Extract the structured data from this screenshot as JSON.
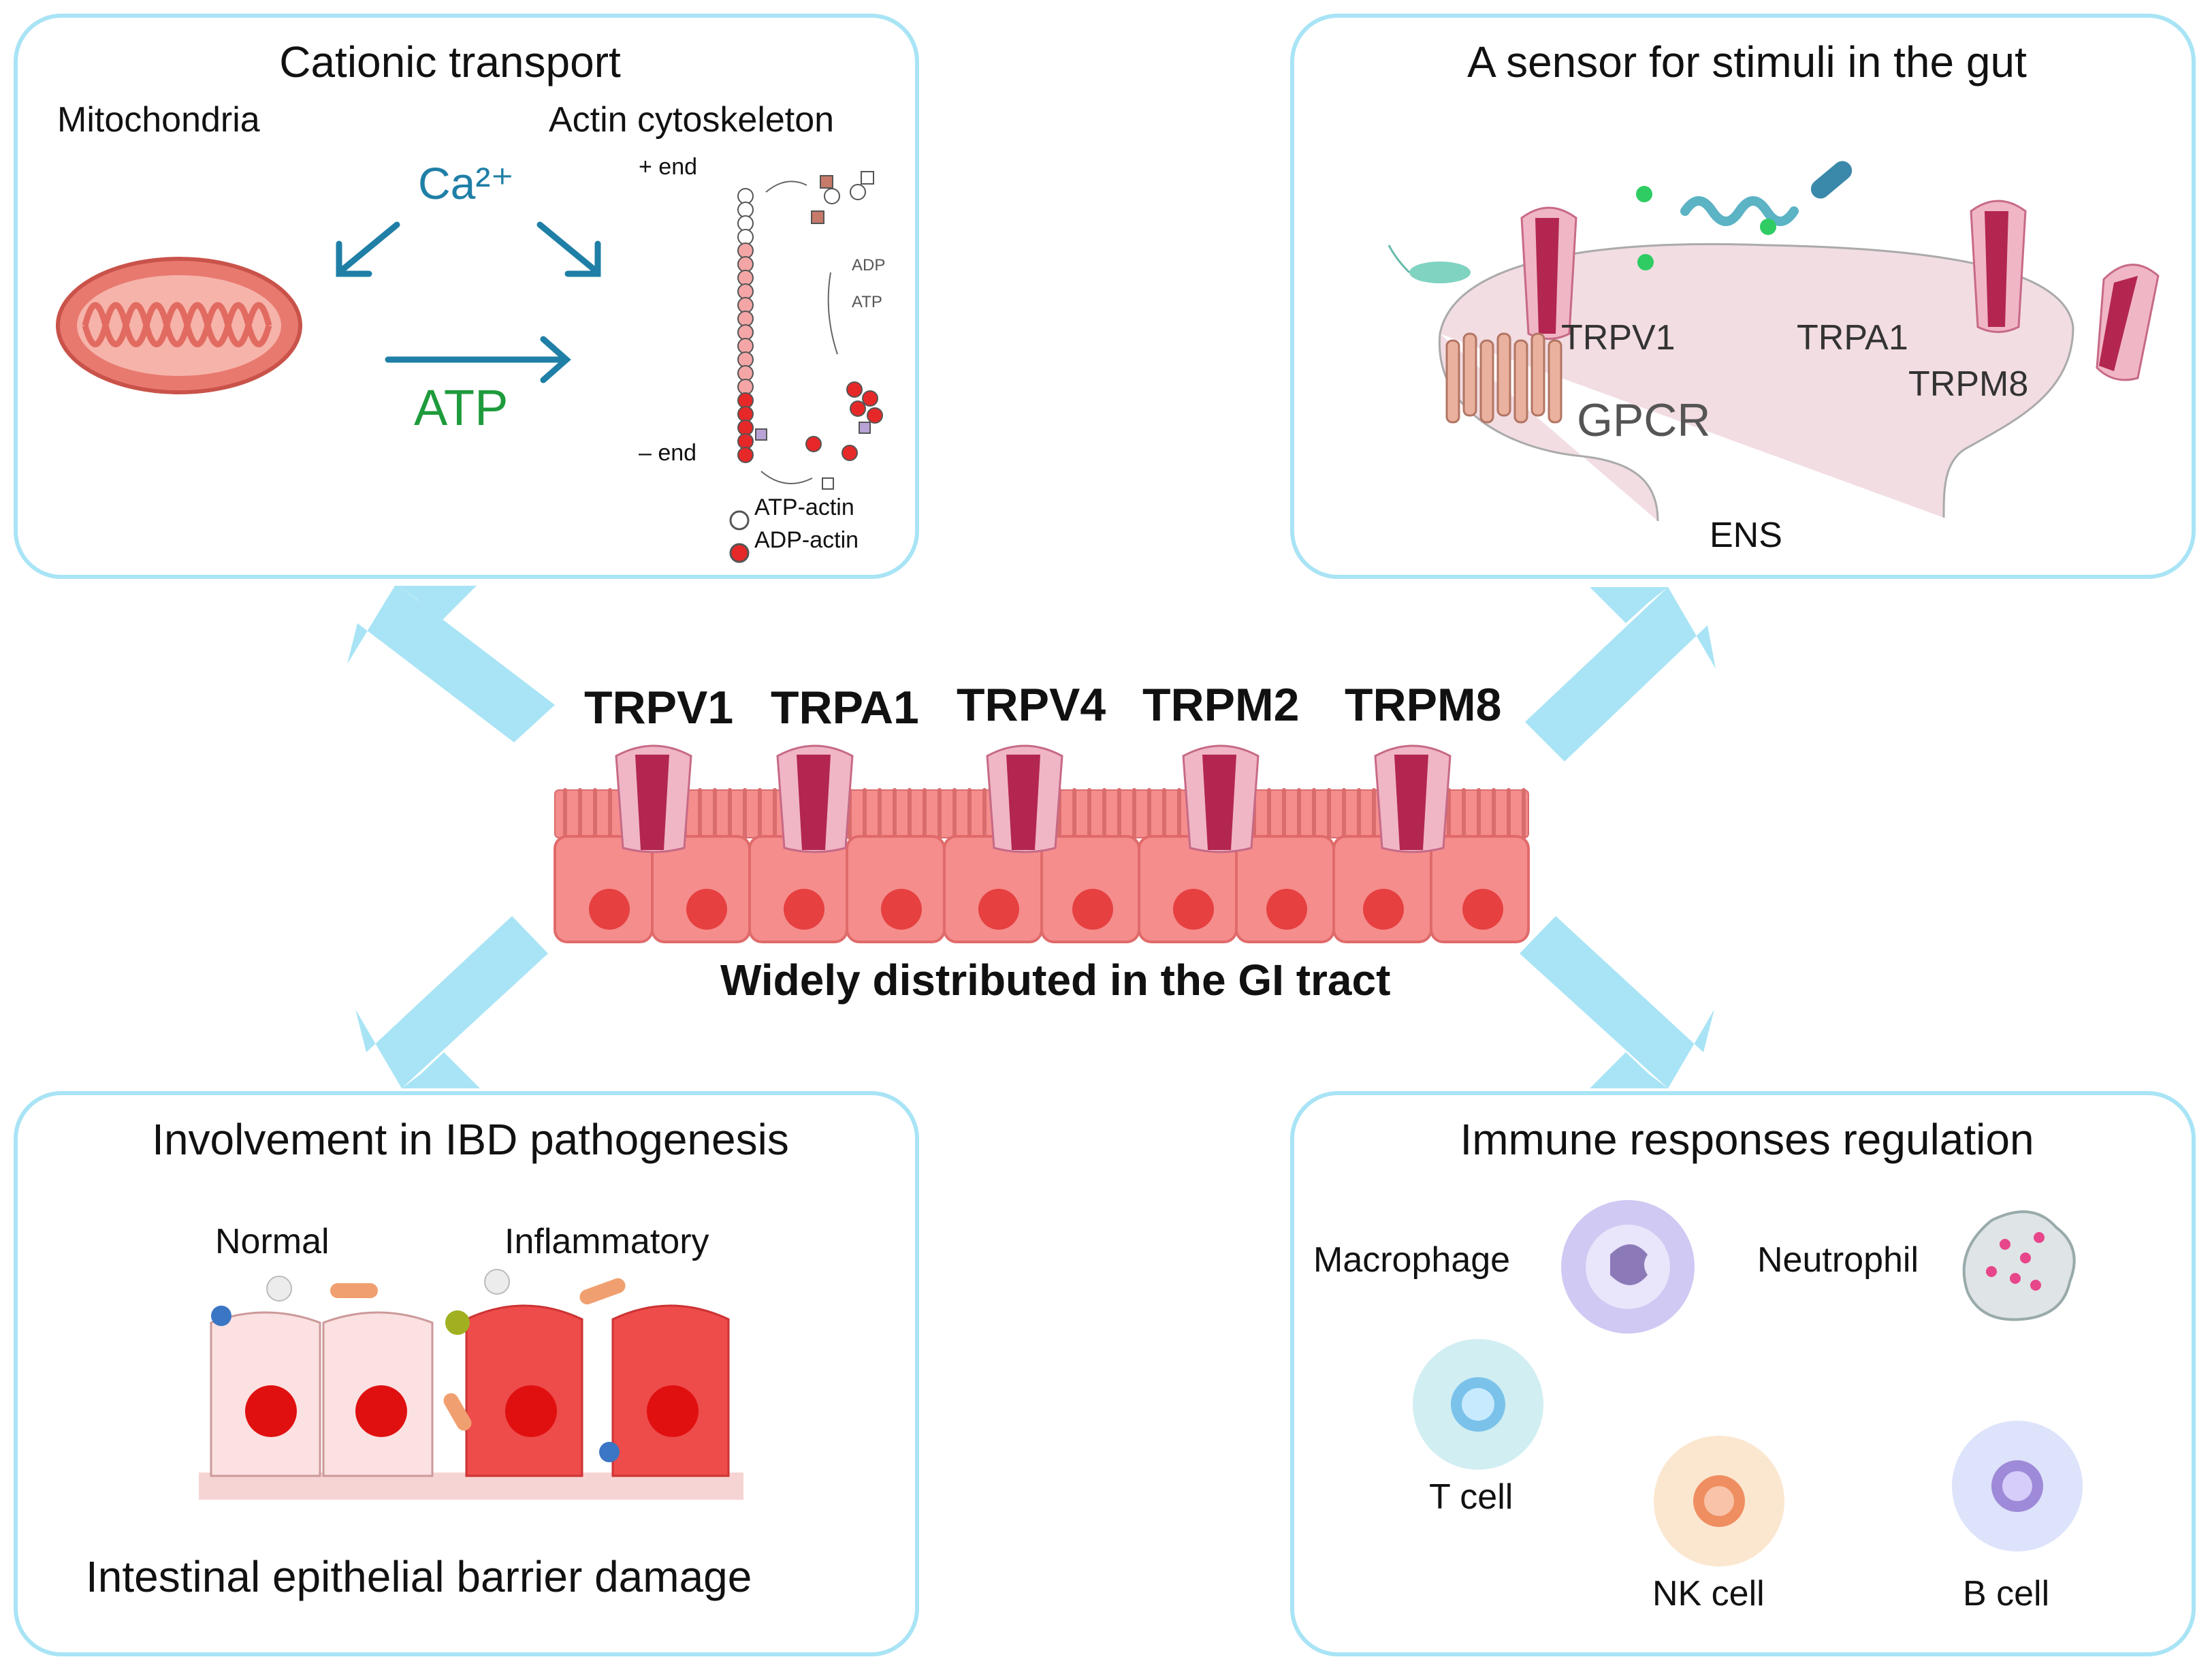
{
  "center": {
    "channels": [
      "TRPV1",
      "TRPA1",
      "TRPV4",
      "TRPM2",
      "TRPM8"
    ],
    "caption": "Widely distributed in the GI tract"
  },
  "panel_tl": {
    "title": "Cationic transport",
    "mitochondria": "Mitochondria",
    "actin": "Actin cytoskeleton",
    "ca": "Ca²⁺",
    "atp": "ATP",
    "plus_end": "+ end",
    "minus_end": "– end",
    "adp_small": "ADP",
    "atp_small": "ATP",
    "legend_atp_actin": "ATP-actin",
    "legend_adp_actin": "ADP-actin"
  },
  "panel_tr": {
    "title": "A sensor for stimuli in the gut",
    "trpv1": "TRPV1",
    "trpa1": "TRPA1",
    "trpm8": "TRPM8",
    "gpcr": "GPCR",
    "ens": "ENS"
  },
  "panel_bl": {
    "title": "Involvement in IBD pathogenesis",
    "normal": "Normal",
    "inflammatory": "Inflammatory",
    "caption": "Intestinal epithelial barrier damage"
  },
  "panel_br": {
    "title": "Immune responses regulation",
    "macrophage": "Macrophage",
    "neutrophil": "Neutrophil",
    "t_cell": "T cell",
    "nk_cell": "NK cell",
    "b_cell": "B cell"
  },
  "colors": {
    "panel_border": "#a8e4f5",
    "arrow": "#a8e4f5",
    "cell_fill": "#f58d8d",
    "channel_dark": "#b3264f",
    "channel_light": "#f0b6c6",
    "ca_arrow": "#1f7fa6",
    "atp_text": "#1e9b3c"
  }
}
